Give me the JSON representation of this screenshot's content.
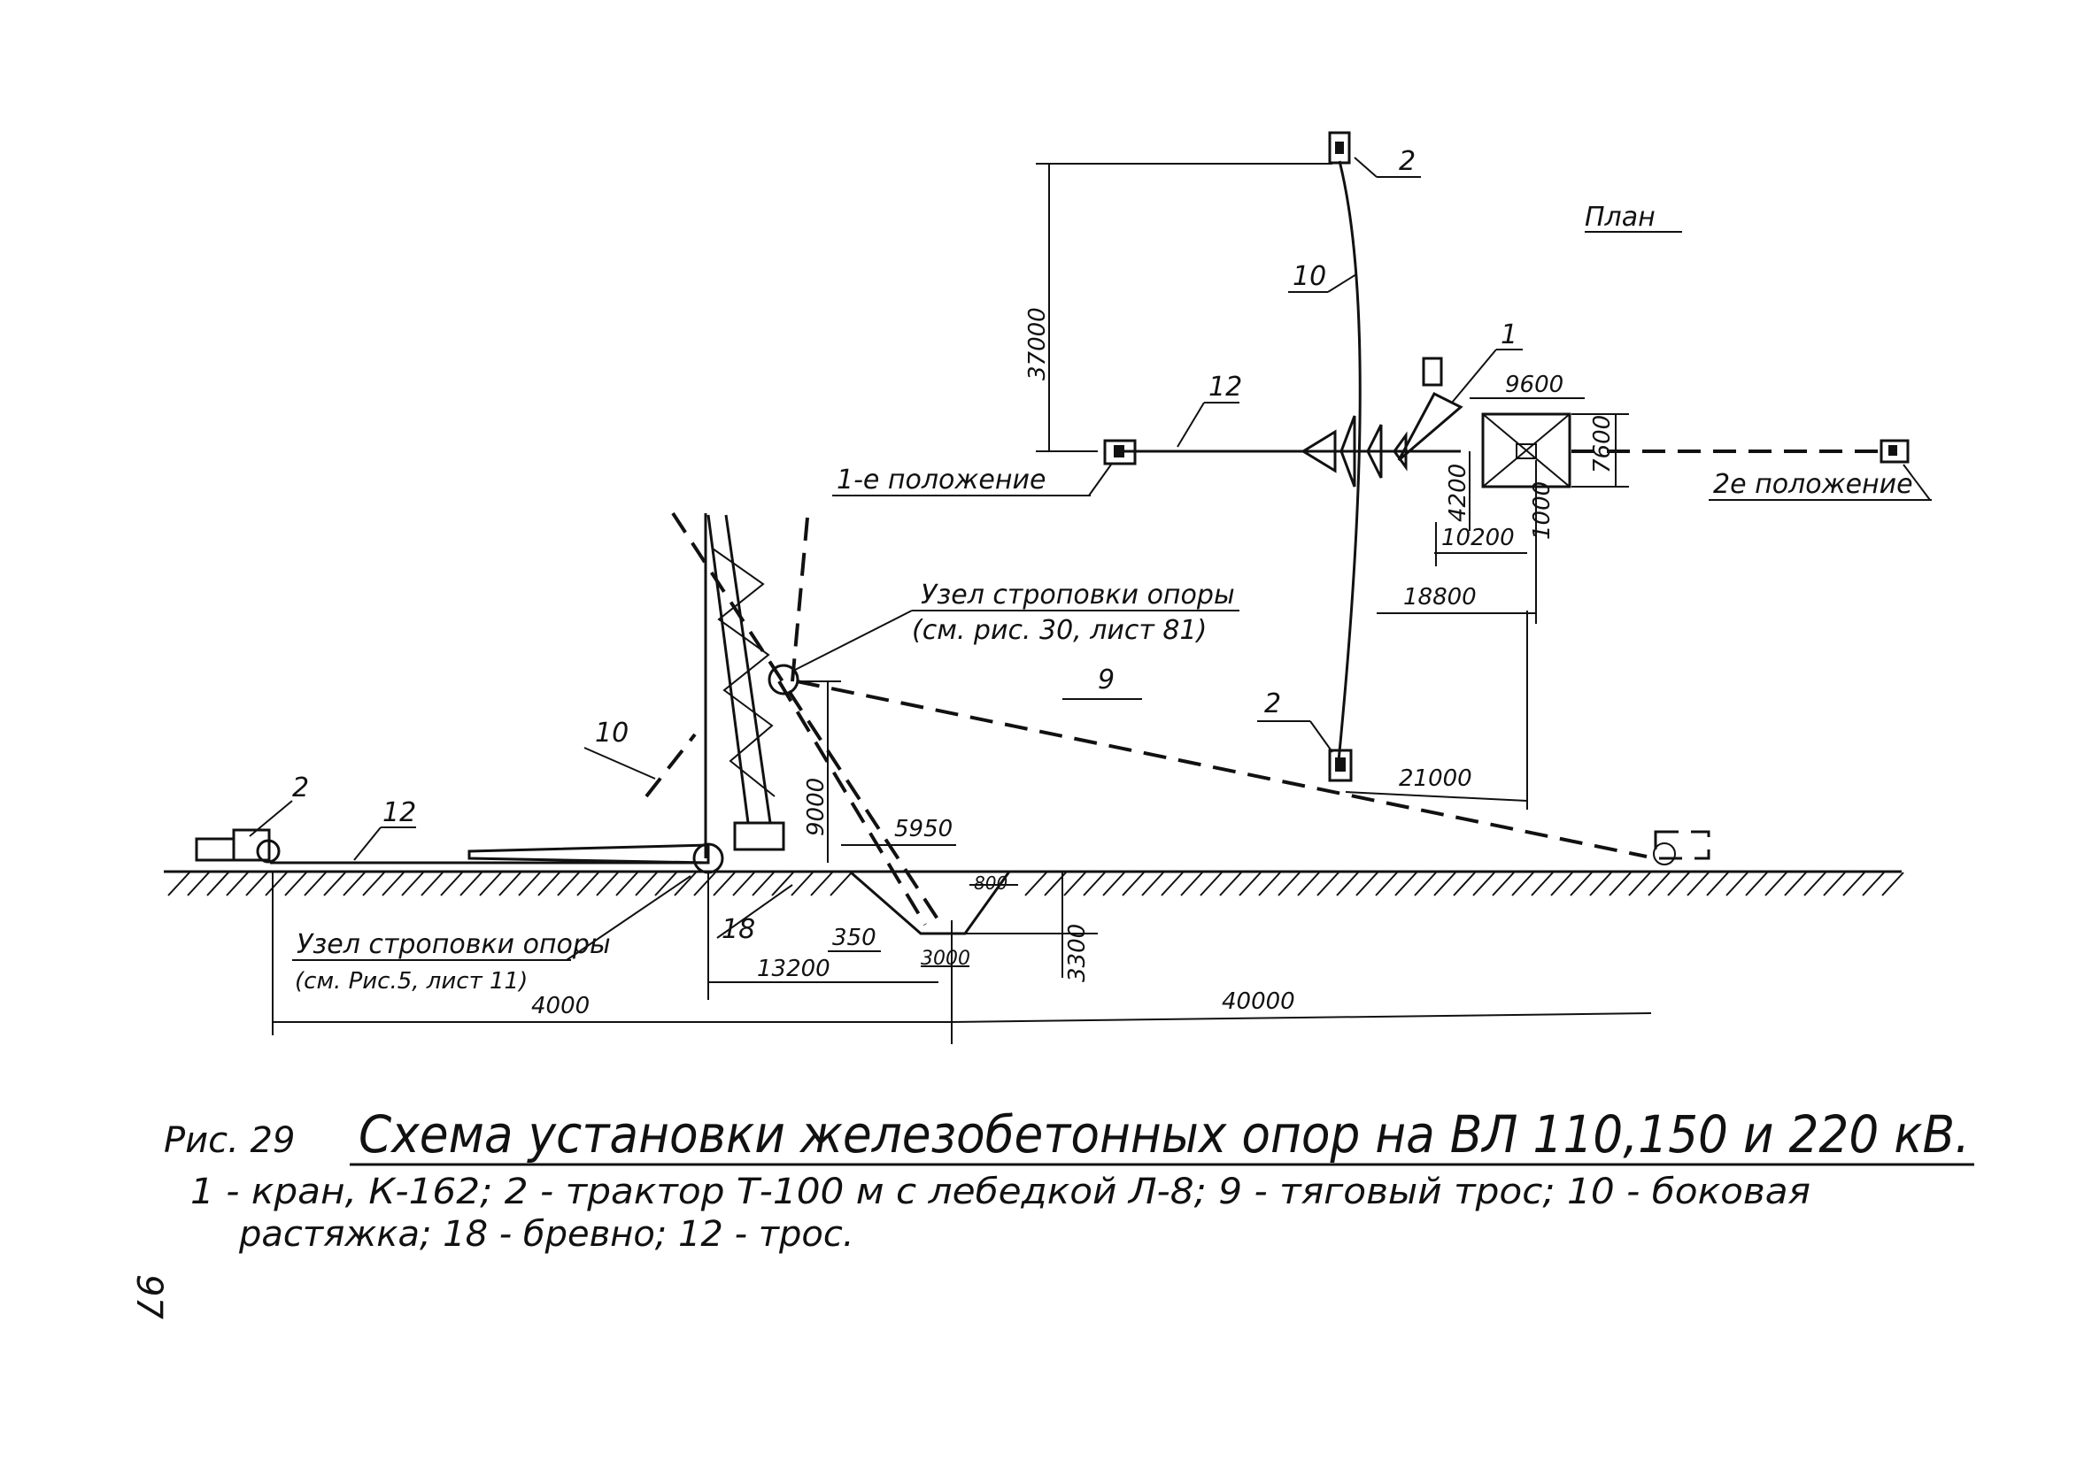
{
  "plan_title": "План",
  "figure": {
    "number": "Рис. 29",
    "caption": "Схема установки железобетонных опор на ВЛ 110,150 и 220 кВ.",
    "legend_line1": "1 - кран, К-162; 2 - трактор Т-100 м с лебедкой Л-8; 9 - тяговый трос; 10 - боковая",
    "legend_line2": "растяжка; 18 - бревно; 12 - трос."
  },
  "callouts": {
    "crane": "1",
    "tractor_top": "2",
    "tractor_mid": "2",
    "tractor_left": "2",
    "side_guy_plan": "10",
    "side_guy_elev": "10",
    "rope_plan": "12",
    "rope_elev": "12",
    "pull_rope": "9",
    "log": "18"
  },
  "positions": {
    "first": "1-е положение",
    "second": "2е положение"
  },
  "notes": {
    "sling_node_upper": "Узел строповки опоры",
    "sling_node_upper_ref": "(см. рис. 30, лист 81)",
    "sling_node_lower": "Узел строповки опоры",
    "sling_node_lower_ref": "(см. Рис.5, лист 11)"
  },
  "dimensions": {
    "d37000": "37000",
    "d9600": "9600",
    "d7600": "7600",
    "d4200": "4200",
    "d1000": "1000",
    "d10200": "10200",
    "d18800": "18800",
    "d21000": "21000",
    "d9000": "9000",
    "d5950": "5950",
    "d800": "800",
    "d350": "350",
    "d13200": "13200",
    "d3000": "3000",
    "d3300": "3300",
    "d4000": "4000",
    "d40000": "40000"
  },
  "page_number": "97"
}
